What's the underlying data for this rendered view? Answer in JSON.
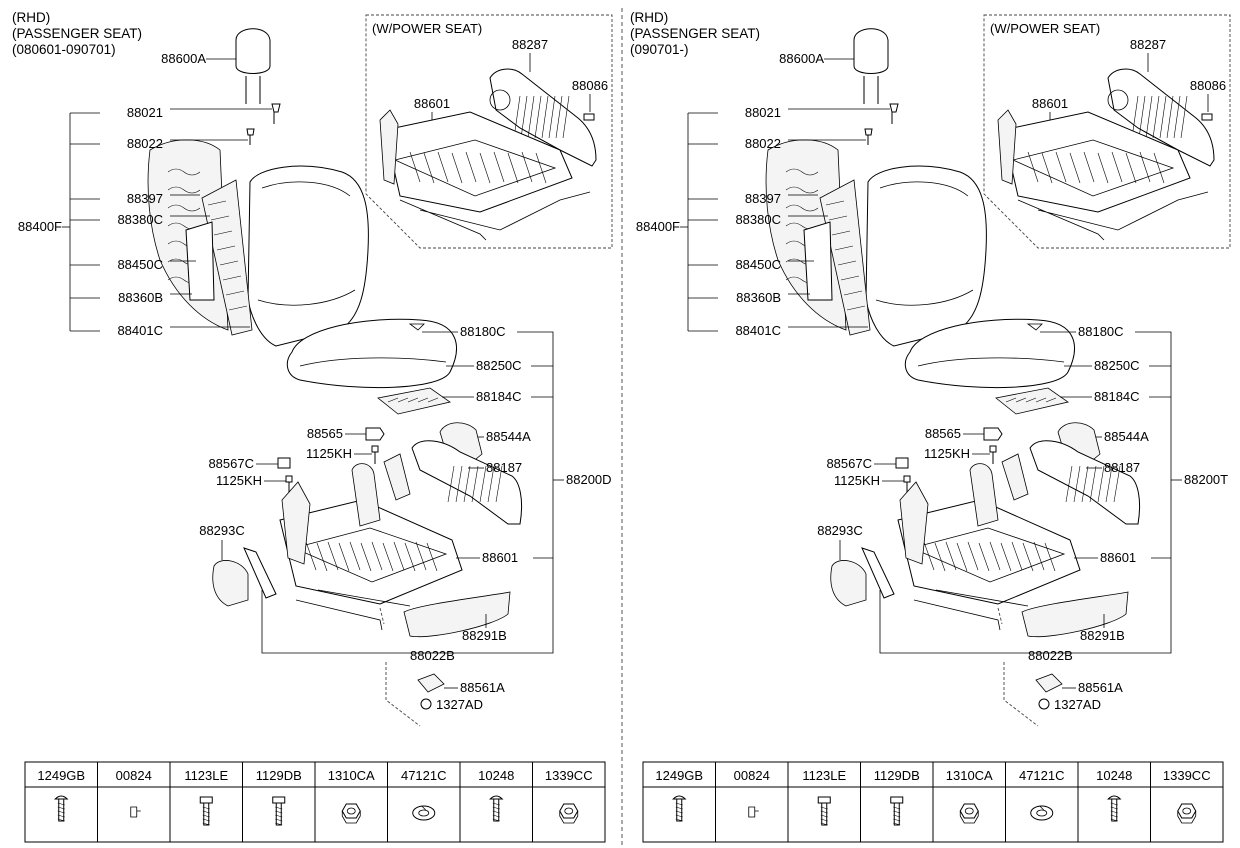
{
  "panels": [
    {
      "header": [
        "(RHD)",
        "(PASSENGER SEAT)",
        "(080601-090701)"
      ],
      "inset_title": "(W/POWER SEAT)",
      "labels": {
        "headrest": "88600A",
        "guide_a": "88021",
        "guide_b": "88022",
        "back_assy": "88400F",
        "back_pad": "88397",
        "back_cover": "88380C",
        "back_frame_cover": "88450C",
        "back_pad_b": "88360B",
        "back_board": "88401C",
        "cushion_cover": "88180C",
        "cushion_pad": "88250C",
        "cushion_spring": "88184C",
        "cushion_assy": "88200D",
        "knob": "88565",
        "shield_inner": "88544A",
        "shield_outer": "88187",
        "clip": "88567C",
        "bolt_a": "1125KH",
        "bolt_b": "1125KH",
        "cover_side": "88293C",
        "track": "88601",
        "front_cover": "88291B",
        "harness": "88022B",
        "bracket": "88561A",
        "nut": "1327AD",
        "inset_shield": "88287",
        "inset_track": "88601",
        "inset_cap": "88086"
      },
      "table": {
        "headers": [
          "1249GB",
          "00824",
          "1123LE",
          "1129DB",
          "1310CA",
          "47121C",
          "10248",
          "1339CC"
        ],
        "icons": [
          "screw-icon",
          "clip-icon",
          "bolt-icon",
          "bolt-icon",
          "nut-icon",
          "washer-icon",
          "screw-icon",
          "nut-icon"
        ]
      }
    },
    {
      "header": [
        "(RHD)",
        "(PASSENGER SEAT)",
        "(090701-)"
      ],
      "inset_title": "(W/POWER SEAT)",
      "labels": {
        "headrest": "88600A",
        "guide_a": "88021",
        "guide_b": "88022",
        "back_assy": "88400F",
        "back_pad": "88397",
        "back_cover": "88380C",
        "back_frame_cover": "88450C",
        "back_pad_b": "88360B",
        "back_board": "88401C",
        "cushion_cover": "88180C",
        "cushion_pad": "88250C",
        "cushion_spring": "88184C",
        "cushion_assy": "88200T",
        "knob": "88565",
        "shield_inner": "88544A",
        "shield_outer": "88187",
        "clip": "88567C",
        "bolt_a": "1125KH",
        "bolt_b": "1125KH",
        "cover_side": "88293C",
        "track": "88601",
        "front_cover": "88291B",
        "harness": "88022B",
        "bracket": "88561A",
        "nut": "1327AD",
        "inset_shield": "88287",
        "inset_track": "88601",
        "inset_cap": "88086"
      },
      "table": {
        "headers": [
          "1249GB",
          "00824",
          "1123LE",
          "1129DB",
          "1310CA",
          "47121C",
          "10248",
          "1339CC"
        ],
        "icons": [
          "screw-icon",
          "clip-icon",
          "bolt-icon",
          "bolt-icon",
          "nut-icon",
          "washer-icon",
          "screw-icon",
          "nut-icon"
        ]
      }
    }
  ]
}
